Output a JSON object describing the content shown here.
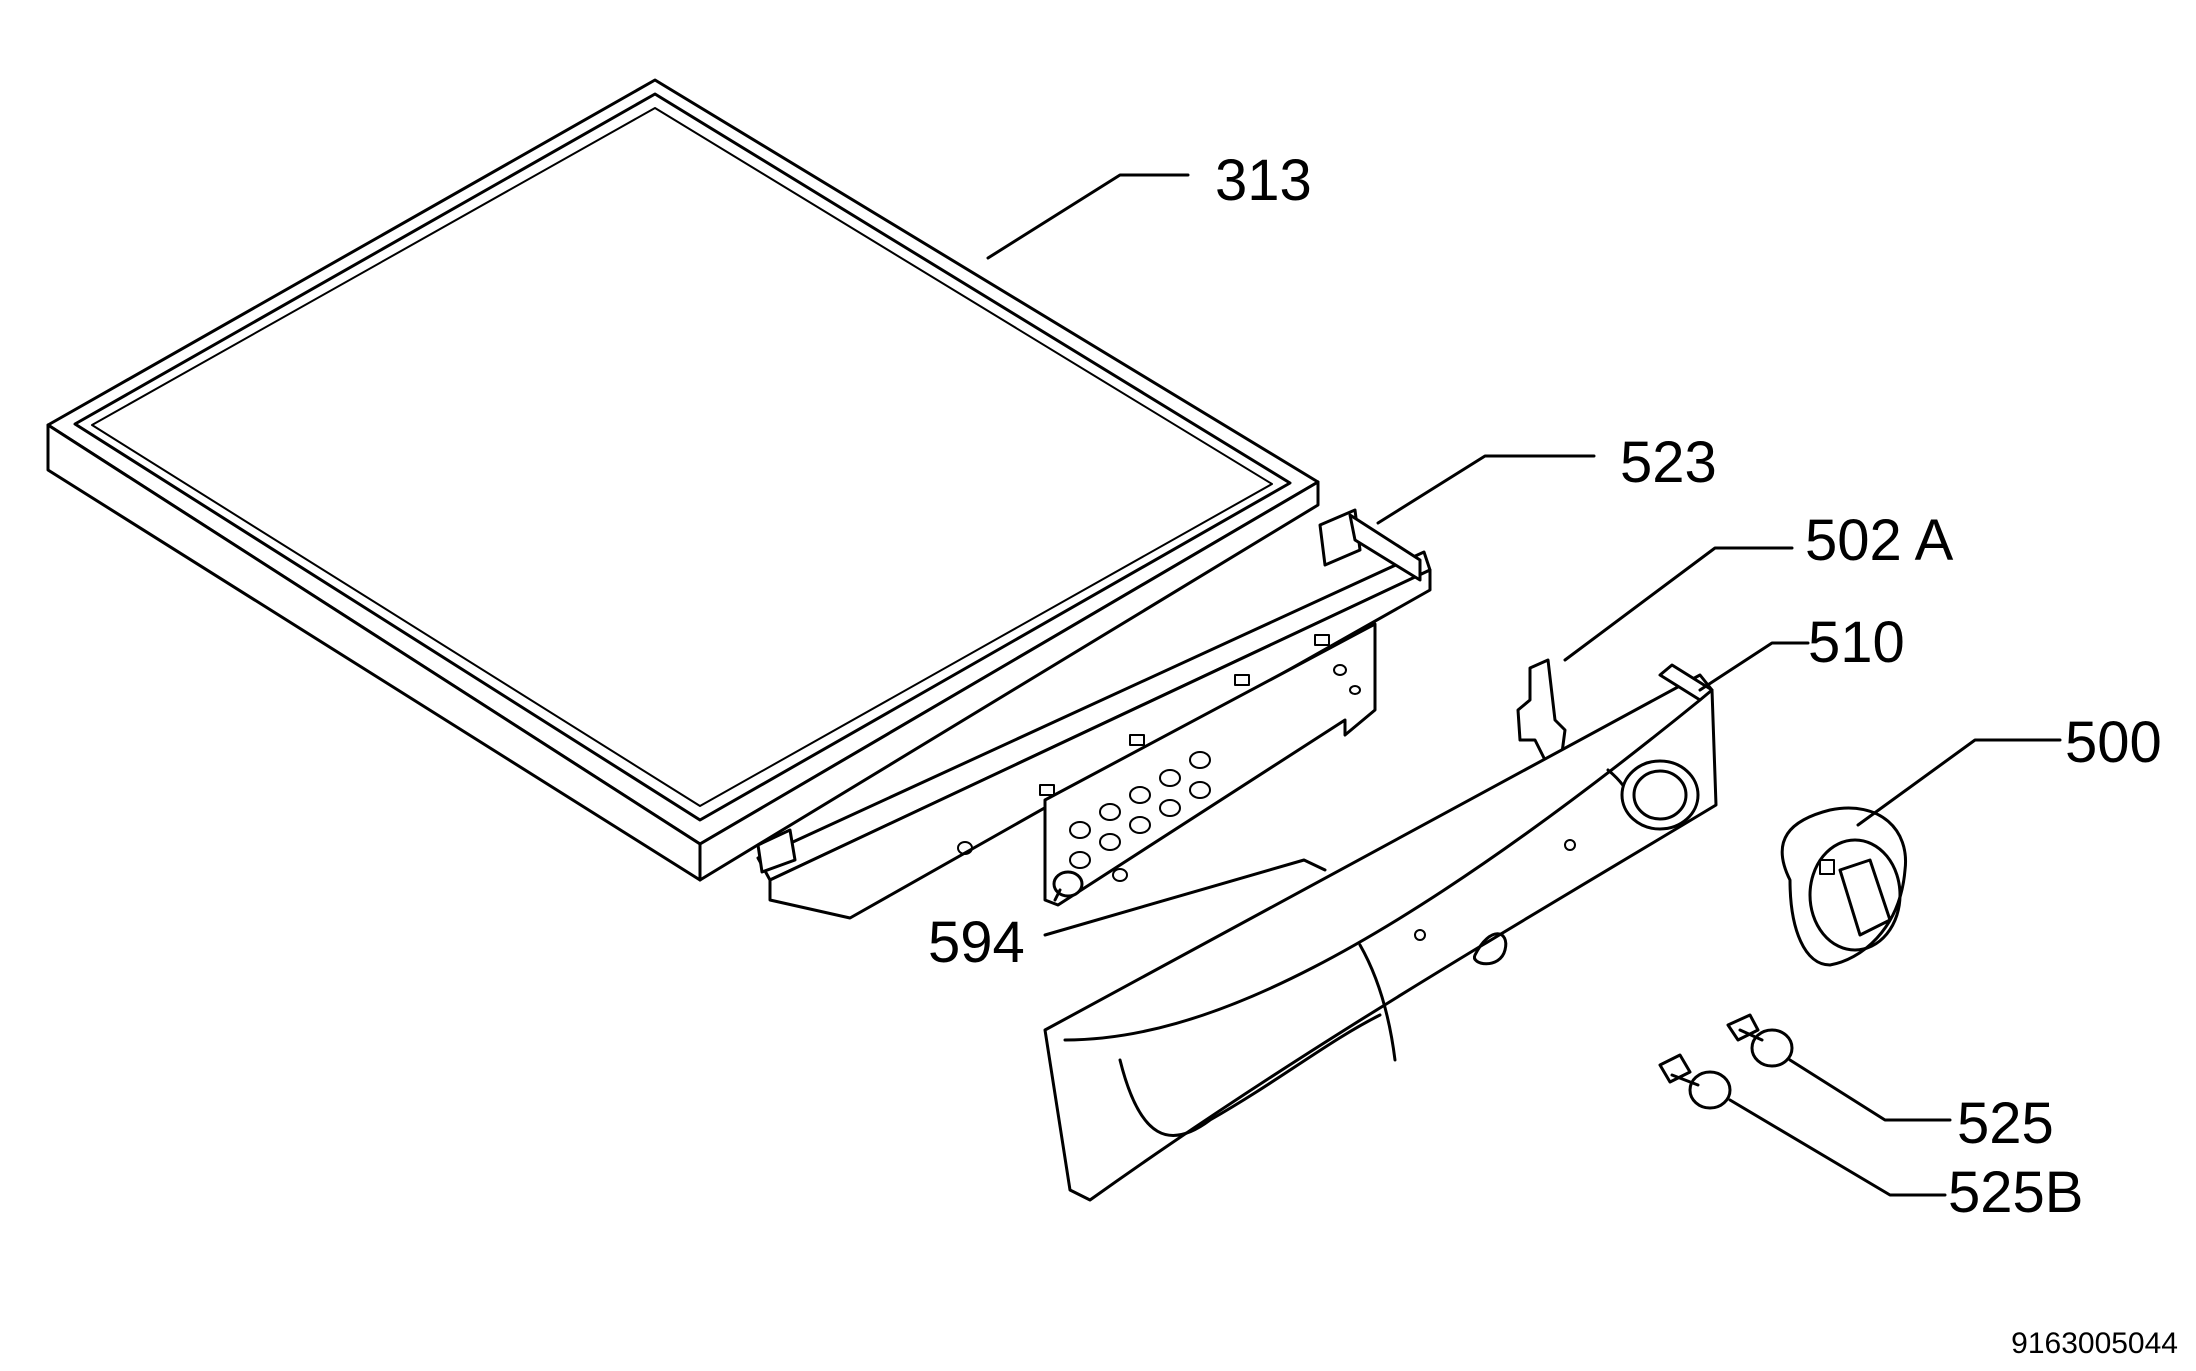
{
  "labels": {
    "p313": "313",
    "p523": "523",
    "p502a": "502 A",
    "p510": "510",
    "p500": "500",
    "p594": "594",
    "p525": "525",
    "p525b": "525B"
  },
  "drawing_number": "9163005044"
}
